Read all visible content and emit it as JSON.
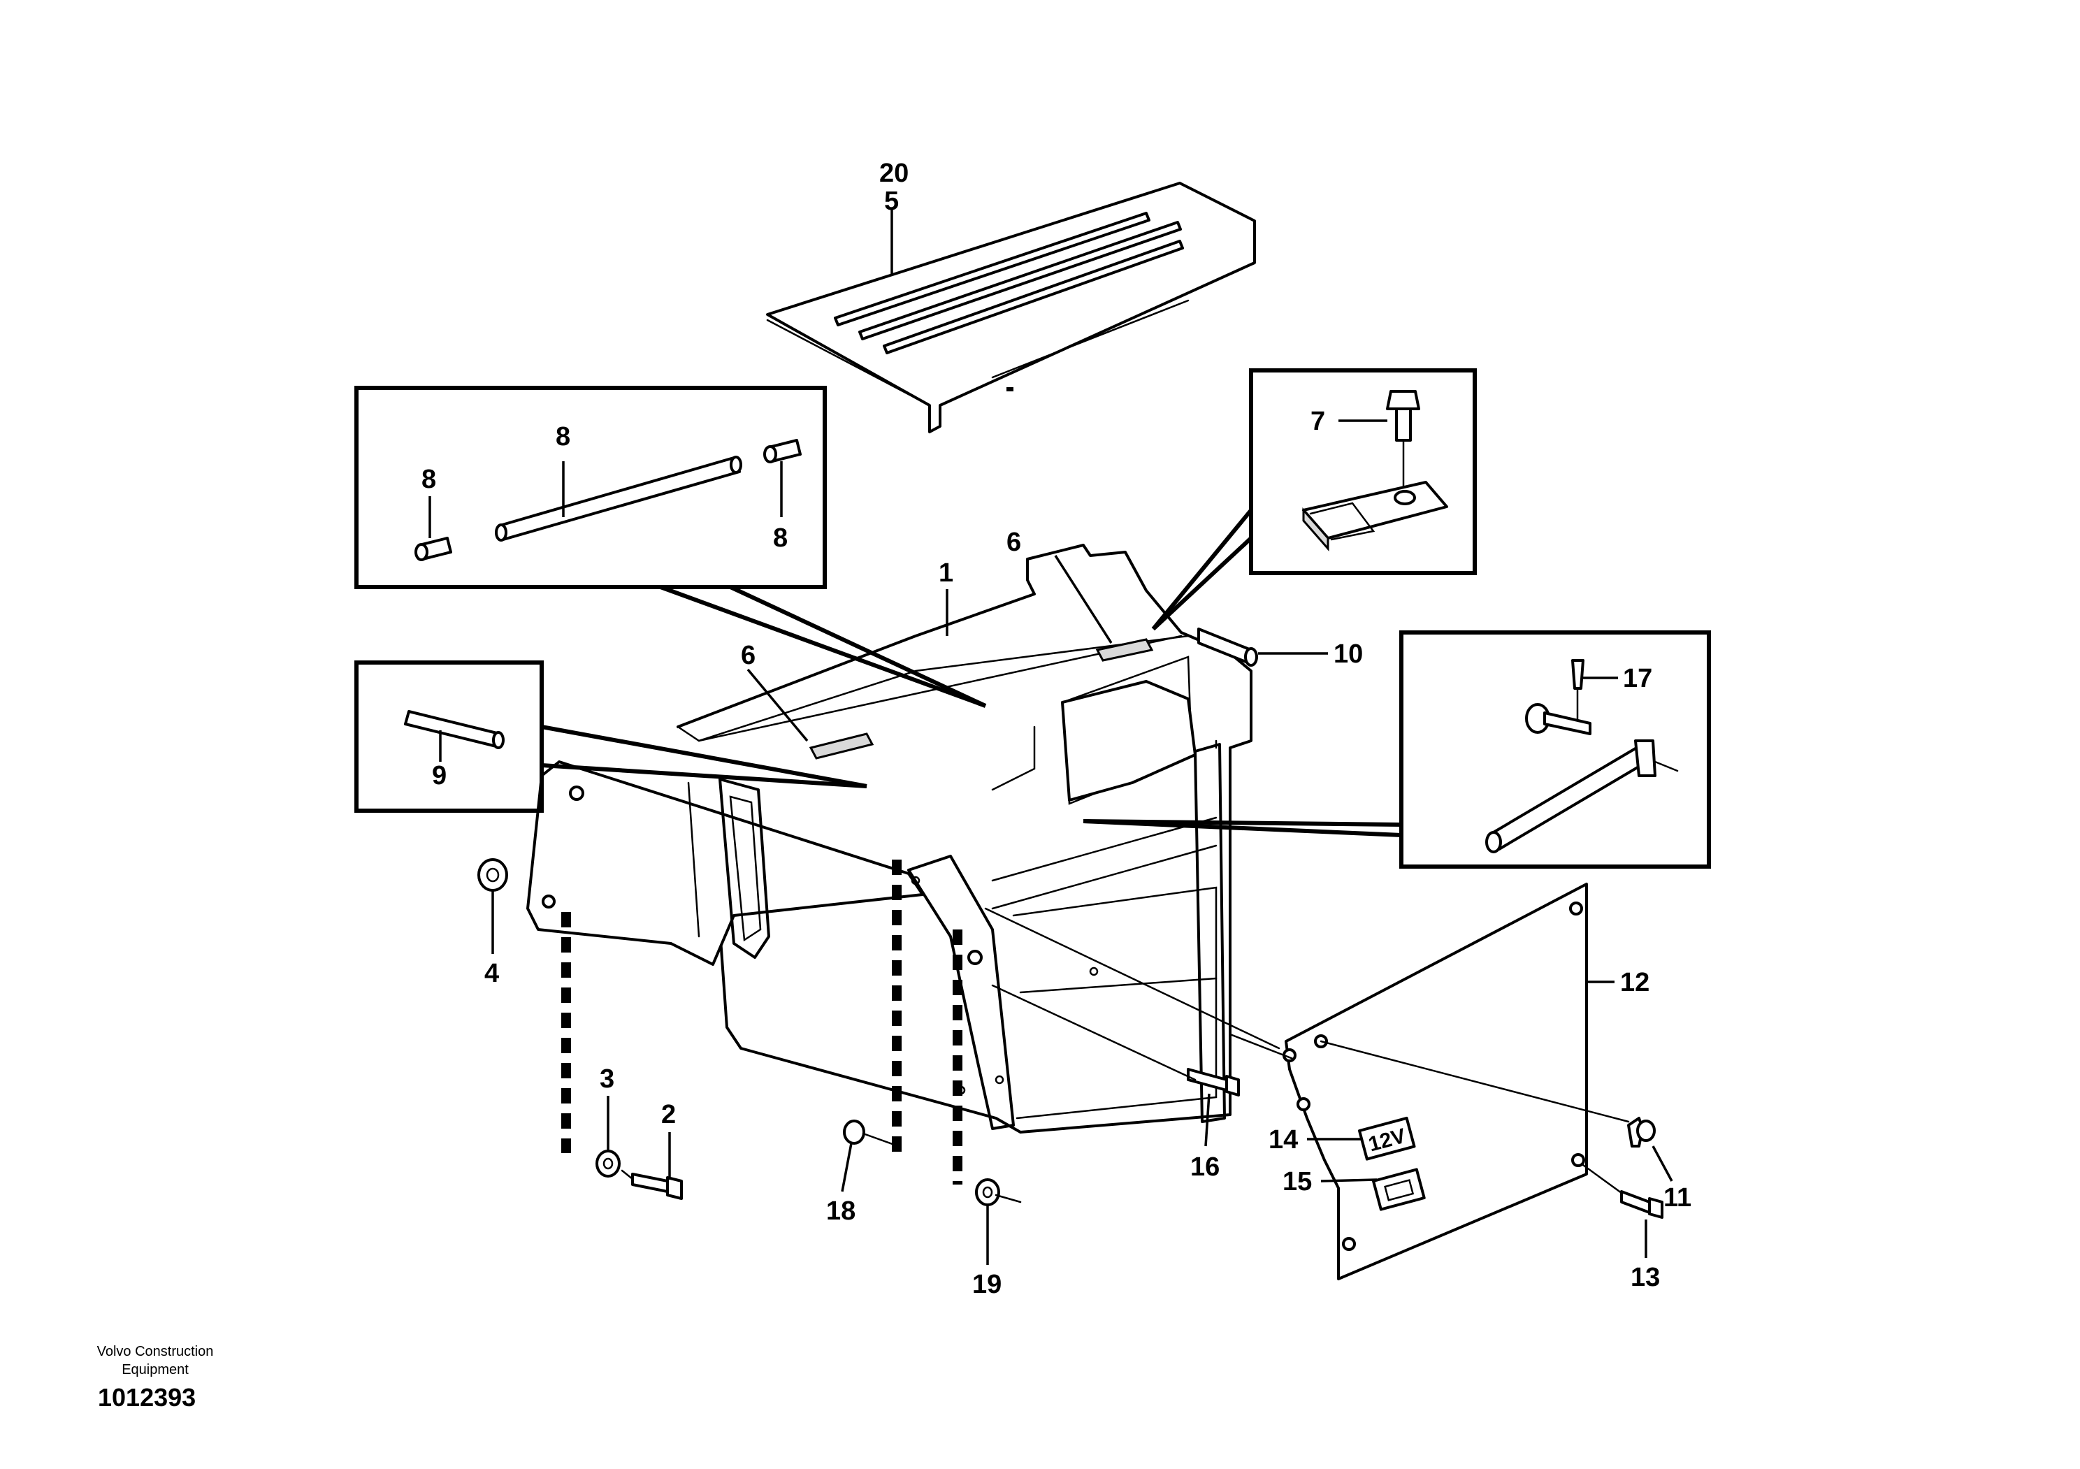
{
  "labels": {
    "p1": "1",
    "p2": "2",
    "p3": "3",
    "p4": "4",
    "p5": "5",
    "p6a": "6",
    "p6b": "6",
    "p7": "7",
    "p8a": "8",
    "p8b": "8",
    "p8c": "8",
    "p9": "9",
    "p10": "10",
    "p11": "11",
    "p12": "12",
    "p13": "13",
    "p14": "14",
    "p15": "15",
    "p16": "16",
    "p17": "17",
    "p18": "18",
    "p19": "19",
    "p20": "20"
  },
  "decal_12v": "12V",
  "footer": {
    "maker_line1": "Volvo Construction",
    "maker_line2": "Equipment",
    "drawing_number": "1012393"
  }
}
